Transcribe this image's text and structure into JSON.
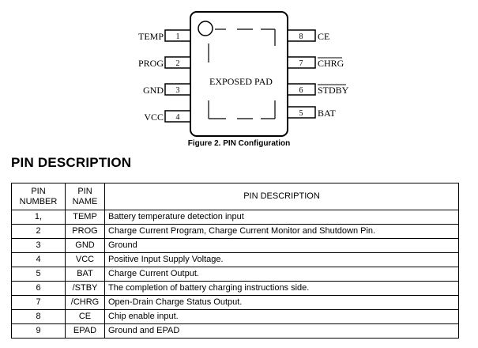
{
  "diagram": {
    "center_label": "EXPOSED PAD",
    "left_pins": [
      {
        "name": "TEMP",
        "number": "1"
      },
      {
        "name": "PROG",
        "number": "2"
      },
      {
        "name": "GND",
        "number": "3"
      },
      {
        "name": "VCC",
        "number": "4"
      }
    ],
    "right_pins": [
      {
        "name": "CE",
        "number": "8"
      },
      {
        "name": "CHRG",
        "number": "7"
      },
      {
        "name": "STDBY",
        "number": "6"
      },
      {
        "name": "BAT",
        "number": "5"
      }
    ]
  },
  "caption": "Figure 2.  PIN Configuration",
  "section_title": "PIN DESCRIPTION",
  "table": {
    "headers": {
      "number": [
        "PIN",
        "NUMBER"
      ],
      "name": [
        "PIN",
        "NAME"
      ],
      "description": "PIN DESCRIPTION"
    },
    "rows": [
      {
        "number": "1,",
        "name": "TEMP",
        "description": "Battery temperature detection input"
      },
      {
        "number": "2",
        "name": "PROG",
        "description": "Charge Current Program, Charge Current Monitor and Shutdown Pin."
      },
      {
        "number": "3",
        "name": "GND",
        "description": "Ground"
      },
      {
        "number": "4",
        "name": "VCC",
        "description": "Positive Input Supply Voltage."
      },
      {
        "number": "5",
        "name": "BAT",
        "description": "Charge Current Output."
      },
      {
        "number": "6",
        "name": "/STBY",
        "description": "The completion of battery charging instructions side."
      },
      {
        "number": "7",
        "name": "/CHRG",
        "description": "Open-Drain Charge Status Output."
      },
      {
        "number": "8",
        "name": "CE",
        "description": "Chip enable input."
      },
      {
        "number": "9",
        "name": "EPAD",
        "description": "Ground and EPAD"
      }
    ]
  }
}
